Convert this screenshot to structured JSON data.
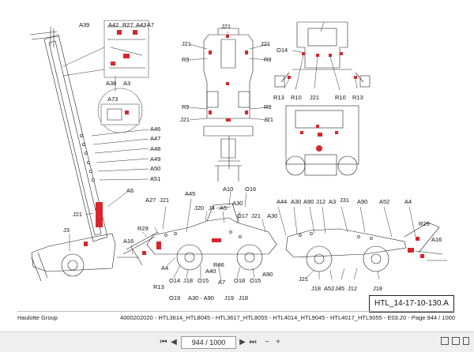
{
  "labels": {
    "a39": "A39",
    "a42": "A42",
    "r27": "R27",
    "a43": "A43",
    "a7": "A7",
    "a38": "A38",
    "a3": "A3",
    "a73": "A73",
    "a46": "A46",
    "a47": "A47",
    "a48": "A48",
    "a49": "A49",
    "a50": "A50",
    "a51": "A51",
    "a6": "A6",
    "j21": "J21",
    "j3": "J3",
    "a16": "A16",
    "r29": "R29",
    "a27": "A27",
    "a4": "A4",
    "r13": "R13",
    "o14": "O14",
    "j18": "J18",
    "o15": "O15",
    "o19": "O19",
    "a30a90": "A30 - A90",
    "a45": "A45",
    "j20": "J20",
    "j4": "J4",
    "a5": "A5",
    "r46": "R46",
    "a40": "A40",
    "a7b": "A7",
    "j19": "J19",
    "a10": "A10",
    "o16": "O16",
    "a30": "A30",
    "o17": "O17",
    "o18": "O18",
    "a90": "A90",
    "a44": "A44",
    "j12": "J12",
    "a52": "A52",
    "j45": "J45",
    "j31": "J31",
    "r9": "R9",
    "r10": "R10"
  },
  "reference": "HTL_14-17-10-130.A",
  "footer": {
    "company": "Haulotte Group",
    "doc_info": "4000202020 - HTL3614_HTL8045 - HTL3617_HTL8055 - HTL4014_HTL9045 - HTL4017_HTL9055 - E03.20 - Page 944 / 1000"
  },
  "toolbar": {
    "first": "⏮",
    "prev": "◀",
    "page_value": "944 / 1000",
    "next": "▶",
    "last": "⏭",
    "zoom_out": "−",
    "zoom_in": "+"
  }
}
